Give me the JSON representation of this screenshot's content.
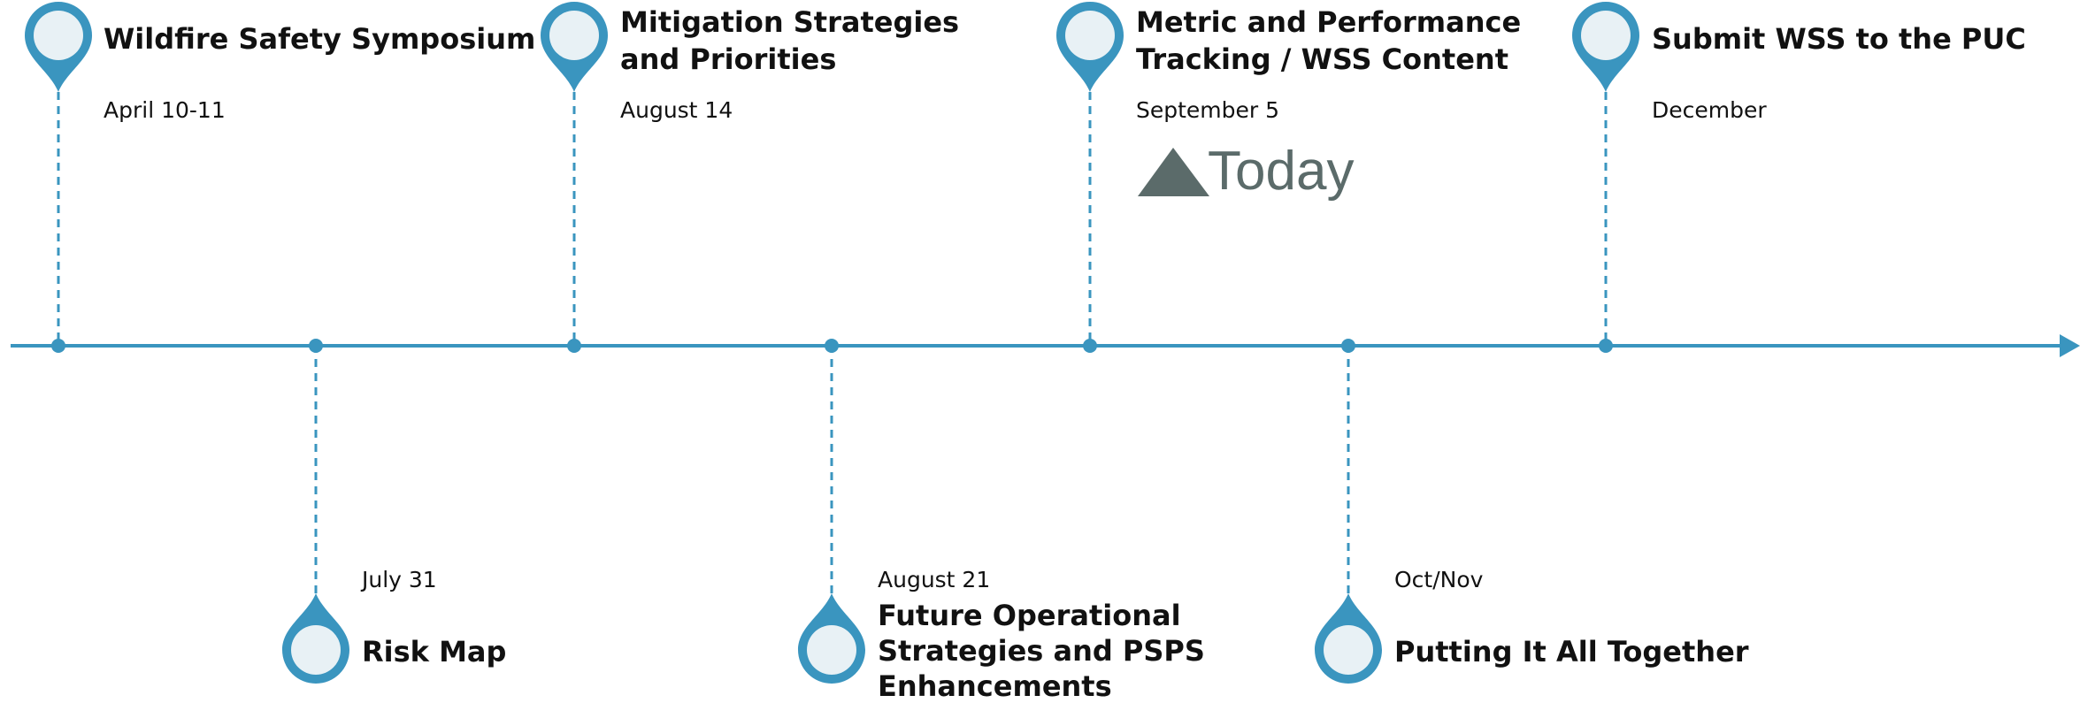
{
  "colors": {
    "accent": "#3a95bf",
    "pin_fill": "#e8f1f5",
    "today": "#5b6b6a"
  },
  "milestones": [
    {
      "title": "Wildfire Safety Symposium",
      "date": "April 10-11"
    },
    {
      "title": "Risk Map",
      "date": "July 31"
    },
    {
      "title": "Mitigation Strategies and Priorities",
      "date": "August 14"
    },
    {
      "title": "Future Operational Strategies and PSPS Enhancements",
      "date": "August 21"
    },
    {
      "title": "Metric and Performance Tracking / WSS Content",
      "date": "September 5"
    },
    {
      "title": "Putting It All Together",
      "date": "Oct/Nov"
    },
    {
      "title": "Submit WSS to the PUC",
      "date": "December"
    }
  ],
  "today": {
    "label": "Today"
  }
}
